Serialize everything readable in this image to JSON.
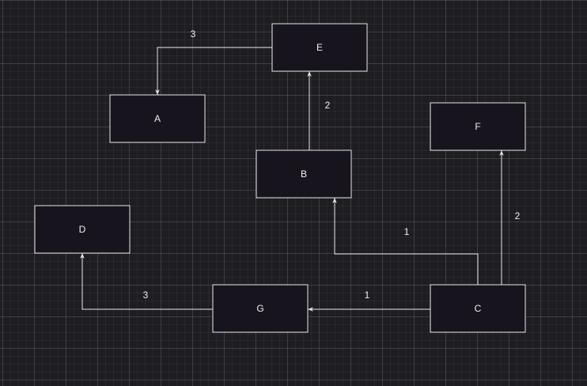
{
  "diagram": {
    "nodes": [
      {
        "id": "E",
        "label": "E"
      },
      {
        "id": "A",
        "label": "A"
      },
      {
        "id": "F",
        "label": "F"
      },
      {
        "id": "B",
        "label": "B"
      },
      {
        "id": "D",
        "label": "D"
      },
      {
        "id": "G",
        "label": "G"
      },
      {
        "id": "C",
        "label": "C"
      }
    ],
    "edges": [
      {
        "from": "E",
        "to": "A",
        "label": "3"
      },
      {
        "from": "B",
        "to": "E",
        "label": "2"
      },
      {
        "from": "C",
        "to": "B",
        "label": "1"
      },
      {
        "from": "C",
        "to": "F",
        "label": "2"
      },
      {
        "from": "C",
        "to": "G",
        "label": "1"
      },
      {
        "from": "G",
        "to": "D",
        "label": "3"
      }
    ]
  },
  "colors": {
    "background": "#1e1e22",
    "node_fill": "#18141d",
    "stroke": "#e6e6e6",
    "text": "#f0f0f0"
  }
}
